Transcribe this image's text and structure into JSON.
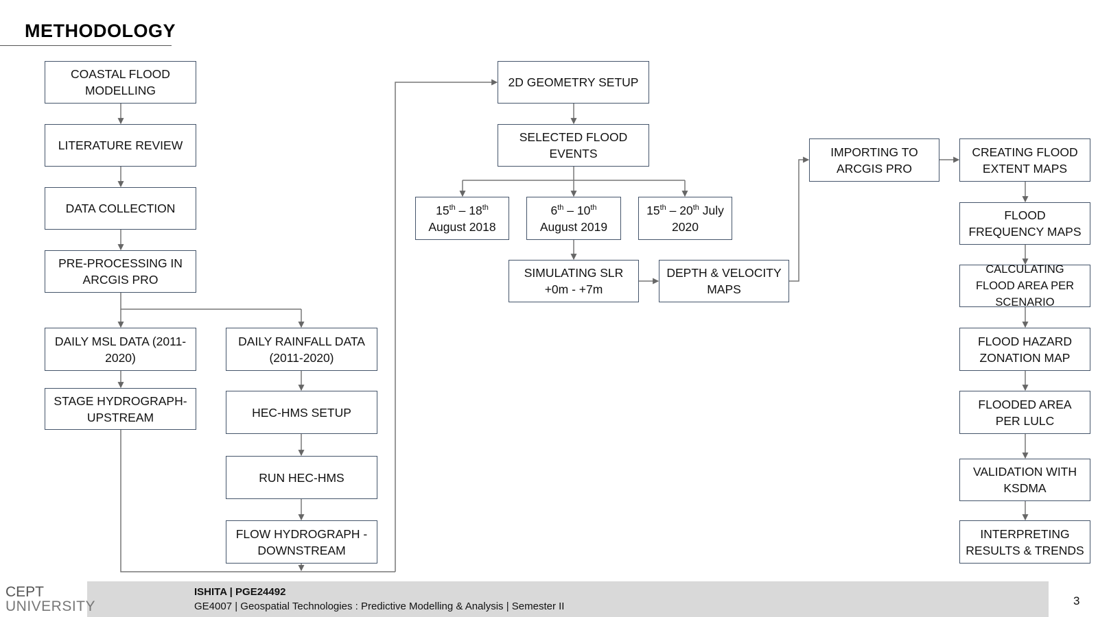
{
  "title": "METHODOLOGY",
  "colors": {
    "box_border": "#44546a",
    "connector": "#666666",
    "footer_bg": "#d9d9d9"
  },
  "boxes": {
    "coastal_flood_modelling": "COASTAL FLOOD MODELLING",
    "literature_review": "LITERATURE REVIEW",
    "data_collection": "DATA COLLECTION",
    "preprocessing": "PRE-PROCESSING IN ARCGIS PRO",
    "daily_msl": "DAILY MSL DATA (2011-2020)",
    "daily_rainfall": "DAILY RAINFALL DATA (2011-2020)",
    "stage_hydrograph": "STAGE HYDROGRAPH-UPSTREAM",
    "hec_hms_setup": "HEC-HMS SETUP",
    "run_hec_hms": "RUN HEC-HMS",
    "flow_hydrograph": "FLOW HYDROGRAPH - DOWNSTREAM",
    "geometry_setup": "2D GEOMETRY SETUP",
    "selected_events": "SELECTED FLOOD EVENTS",
    "event_2018": {
      "d1": "15",
      "sup1": "th",
      "sep": " – ",
      "d2": "18",
      "sup2": "th",
      "rest": "August 2018"
    },
    "event_2019": {
      "d1": "6",
      "sup1": "th",
      "sep": " – ",
      "d2": "10",
      "sup2": "th",
      "rest": "August 2019"
    },
    "event_2020": {
      "d1": "15",
      "sup1": "th",
      "sep": " – ",
      "d2": "20",
      "sup2": "th",
      "tail": " July",
      "rest": "2020"
    },
    "simulating_slr": "SIMULATING SLR +0m - +7m",
    "depth_velocity": "DEPTH & VELOCITY MAPS",
    "importing_arcgis": "IMPORTING TO ARCGIS PRO",
    "creating_extent": "CREATING FLOOD EXTENT MAPS",
    "frequency_maps": "FLOOD FREQUENCY MAPS",
    "calculating_area": "CALCULATING FLOOD AREA PER SCENARIO",
    "hazard_zonation": "FLOOD HAZARD ZONATION MAP",
    "flooded_lulc": "FLOODED AREA PER LULC",
    "validation": "VALIDATION WITH KSDMA",
    "interpreting": "INTERPRETING RESULTS & TRENDS"
  },
  "footer": {
    "logo_top": "CEPT",
    "logo_bottom": "UNIVERSITY",
    "author": "ISHITA | PGE24492",
    "course": "GE4007 | Geospatial Technologies : Predictive Modelling & Analysis | Semester II",
    "page_number": "3"
  }
}
